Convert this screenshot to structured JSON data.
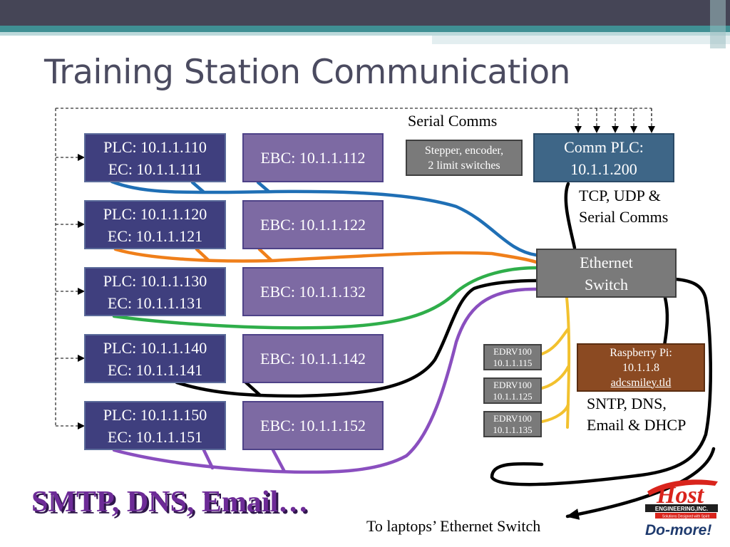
{
  "title": "Training Station Communication",
  "labels": {
    "serial_comms": "Serial Comms",
    "tcp_udp_line1": "TCP, UDP &",
    "tcp_udp_line2": "Serial Comms",
    "sntp_line1": "SNTP, DNS,",
    "sntp_line2": "Email & DHCP",
    "laptops": "To laptops’ Ethernet Switch"
  },
  "stations": [
    {
      "plc": "PLC: 10.1.1.110",
      "ec": "EC: 10.1.1.111",
      "ebc": "EBC: 10.1.1.112",
      "wire_color": "#1f6fb5"
    },
    {
      "plc": "PLC: 10.1.1.120",
      "ec": "EC: 10.1.1.121",
      "ebc": "EBC: 10.1.1.122",
      "wire_color": "#ef7f1a"
    },
    {
      "plc": "PLC: 10.1.1.130",
      "ec": "EC: 10.1.1.131",
      "ebc": "EBC: 10.1.1.132",
      "wire_color": "#2fae4a"
    },
    {
      "plc": "PLC: 10.1.1.140",
      "ec": "EC: 10.1.1.141",
      "ebc": "EBC: 10.1.1.142",
      "wire_color": "#000000"
    },
    {
      "plc": "PLC: 10.1.1.150",
      "ec": "EC: 10.1.1.151",
      "ebc": "EBC: 10.1.1.152",
      "wire_color": "#8a4fbf"
    }
  ],
  "stepper": {
    "line1": "Stepper, encoder,",
    "line2": "2 limit switches"
  },
  "comm_plc": {
    "line1": "Comm PLC:",
    "line2": "10.1.1.200"
  },
  "ethernet_switch": {
    "line1": "Ethernet",
    "line2": "Switch"
  },
  "drives": [
    {
      "name": "EDRV100",
      "ip": "10.1.1.115"
    },
    {
      "name": "EDRV100",
      "ip": "10.1.1.125"
    },
    {
      "name": "EDRV100",
      "ip": "10.1.1.135"
    }
  ],
  "raspberry": {
    "line1": "Raspberry Pi:",
    "line2": "10.1.1.8",
    "line3": "adcsmiley.tld"
  },
  "big_text": "SMTP, DNS, Email…",
  "logo": {
    "brand": "Host",
    "company": "ENGINEERING,INC.",
    "tagline": "Solutions Designed with Spirit",
    "product": "Do-more!"
  },
  "colors": {
    "accent_teal": "#3f8f93",
    "header_dark": "#454556",
    "plc_box": "#3f3f7e",
    "ebc_box": "#7d6aa3",
    "comm_plc_box": "#3e6687",
    "raspberry_box": "#8b4a22",
    "drive_wire": "#f2c12e"
  }
}
